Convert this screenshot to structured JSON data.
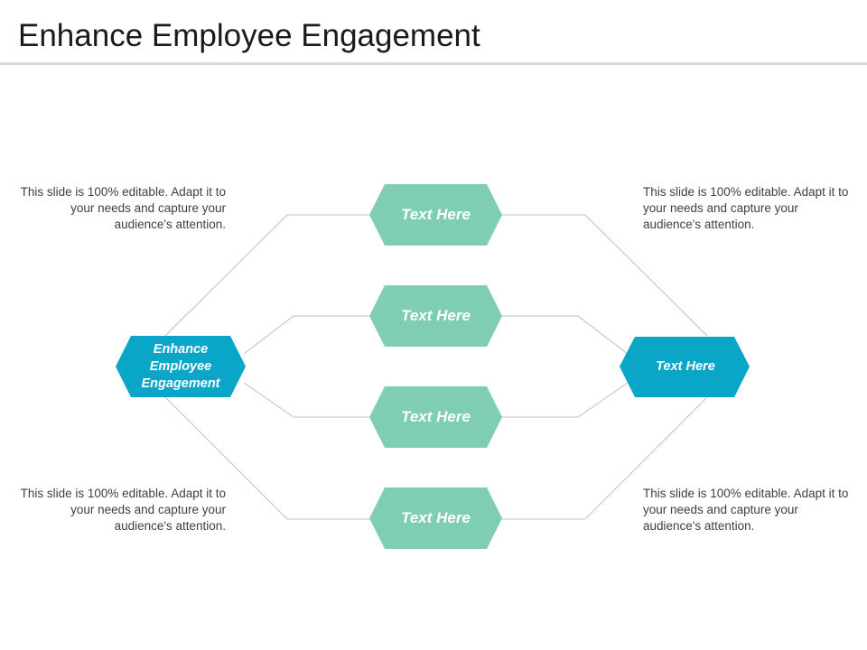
{
  "slide": {
    "title": "Enhance Employee Engagement"
  },
  "hubs": {
    "left": {
      "label": "Enhance Employee Engagement"
    },
    "right": {
      "label": "Text Here"
    }
  },
  "items": [
    {
      "label": "Text Here"
    },
    {
      "label": "Text Here"
    },
    {
      "label": "Text Here"
    },
    {
      "label": "Text Here"
    }
  ],
  "notes": {
    "top_left": "This slide is 100% editable. Adapt it to your needs and capture your audience's attention.",
    "top_right": "This slide is 100% editable. Adapt it to your needs and capture your audience's attention.",
    "bottom_left": "This slide is 100% editable. Adapt it to your needs and capture your audience's attention.",
    "bottom_right": "This slide is 100% editable. Adapt it to your needs and capture your audience's attention."
  },
  "colors": {
    "green_hex": "#7fcdb4",
    "blue_hex": "#0aa6c8",
    "connector": "#bfbfbf"
  }
}
